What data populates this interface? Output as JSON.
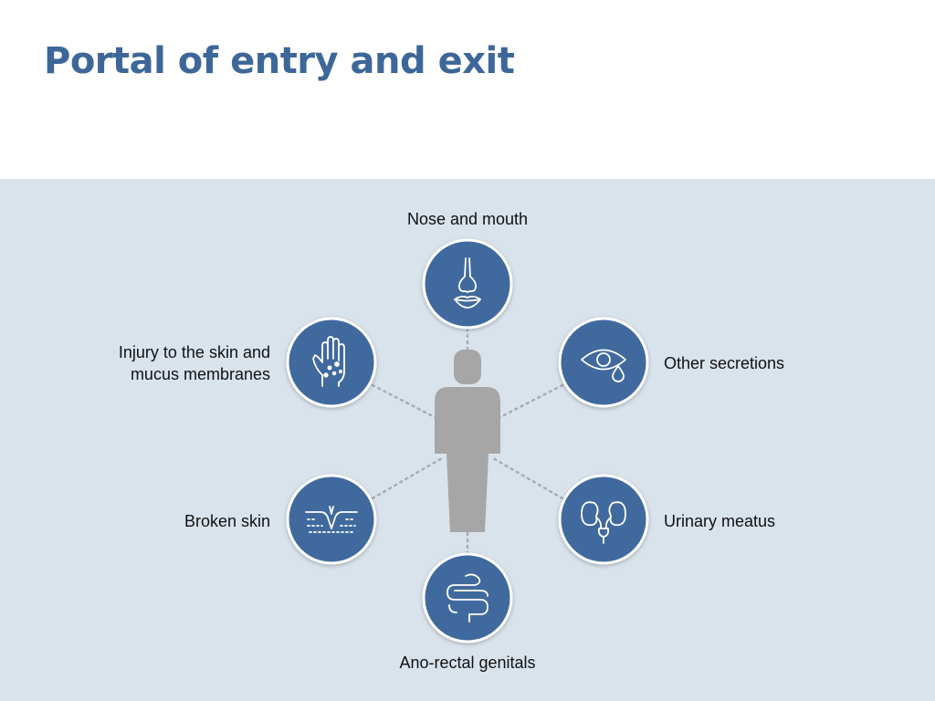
{
  "title": "Portal of entry and exit",
  "colors": {
    "accent": "#3e6799",
    "node_fill": "#3f6a9e",
    "panel": "#d9e3ec",
    "figure": "#a6a6a6",
    "connector": "#a5adb6"
  },
  "nodes": [
    {
      "id": "nose-mouth",
      "label": "Nose and mouth",
      "icon": "nose-mouth-icon"
    },
    {
      "id": "other-secretions",
      "label": "Other secretions",
      "icon": "eye-tear-icon"
    },
    {
      "id": "urinary-meatus",
      "label": "Urinary meatus",
      "icon": "kidneys-icon"
    },
    {
      "id": "ano-rectal",
      "label": "Ano-rectal genitals",
      "icon": "intestine-icon"
    },
    {
      "id": "broken-skin",
      "label": "Broken skin",
      "icon": "broken-skin-icon"
    },
    {
      "id": "injury-skin",
      "label_lines": [
        "Injury to the skin and",
        "mucus membranes"
      ],
      "icon": "injured-hand-icon"
    }
  ]
}
